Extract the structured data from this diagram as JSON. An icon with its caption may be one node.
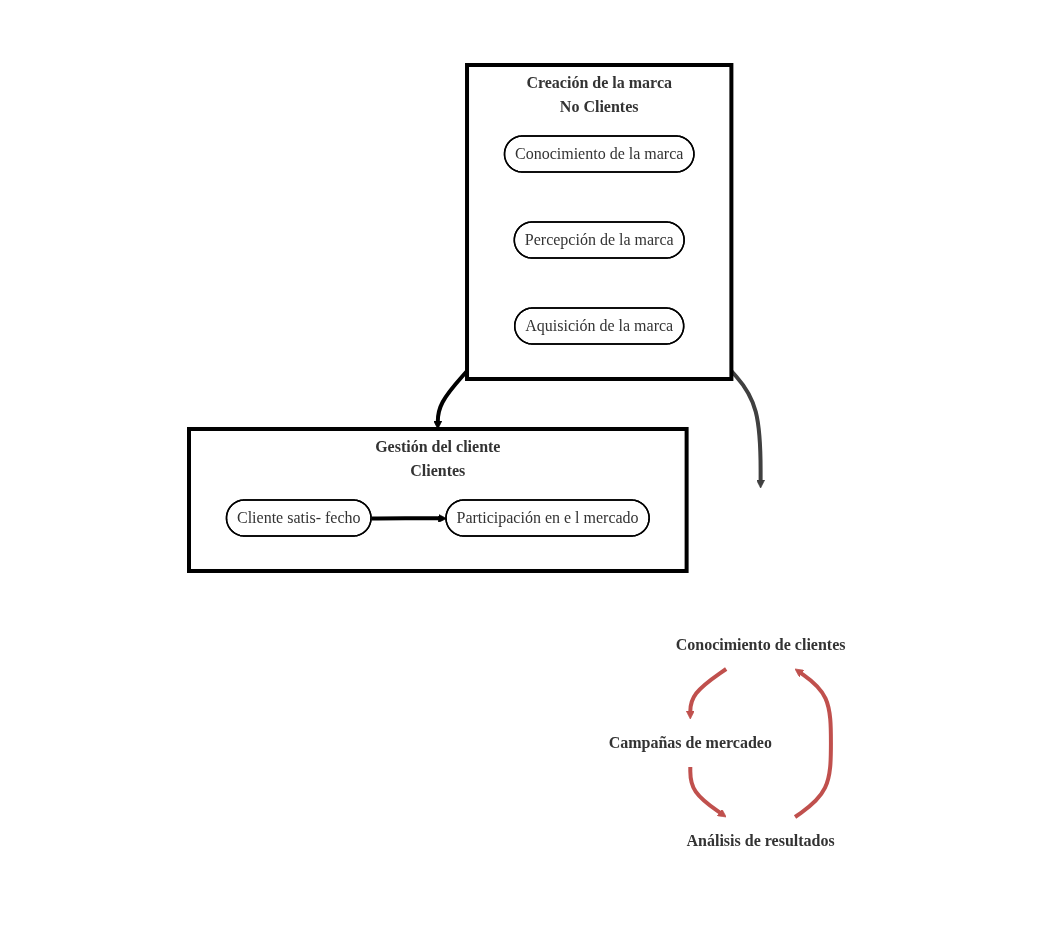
{
  "diagram": {
    "nodes": [
      {
        "text": [
          "Creación de la marca",
          "No Clientes"
        ]
      },
      {
        "text": [
          "Conocimiento de la marca"
        ],
        "in": 0
      },
      {
        "text": [
          "Percepción de la marca"
        ],
        "in": 0
      },
      {
        "text": [
          "Aquisición de la marca"
        ],
        "in": 0
      },
      {
        "text": [
          "Gestión del cliente",
          "Clientes"
        ]
      },
      {
        "text": [
          "Cliente satis- fecho"
        ],
        "in": 4
      },
      {
        "text": [
          "Participación en e l mercado"
        ],
        "in": 4
      },
      {
        "text": [
          "Conocimiento de clientes"
        ]
      },
      {
        "text": [
          "Campañas de mercadeo"
        ]
      },
      {
        "text": [
          "Análisis de resultados"
        ]
      }
    ],
    "edges": [
      {
        "from": 0,
        "to": 4,
        "arrow": "to",
        "color": "#000000"
      },
      {
        "from": 5,
        "to": 6,
        "arrow": "to",
        "color": "#000000"
      },
      {
        "from": 0,
        "to": null,
        "arrow": "to",
        "color": "#404040"
      },
      {
        "from": 7,
        "to": 8,
        "arrow": "to",
        "color": "#c0504d"
      },
      {
        "from": 8,
        "to": 9,
        "arrow": "to",
        "color": "#c0504d"
      },
      {
        "from": 9,
        "to": 7,
        "arrow": "to",
        "color": "#c0504d"
      }
    ]
  }
}
